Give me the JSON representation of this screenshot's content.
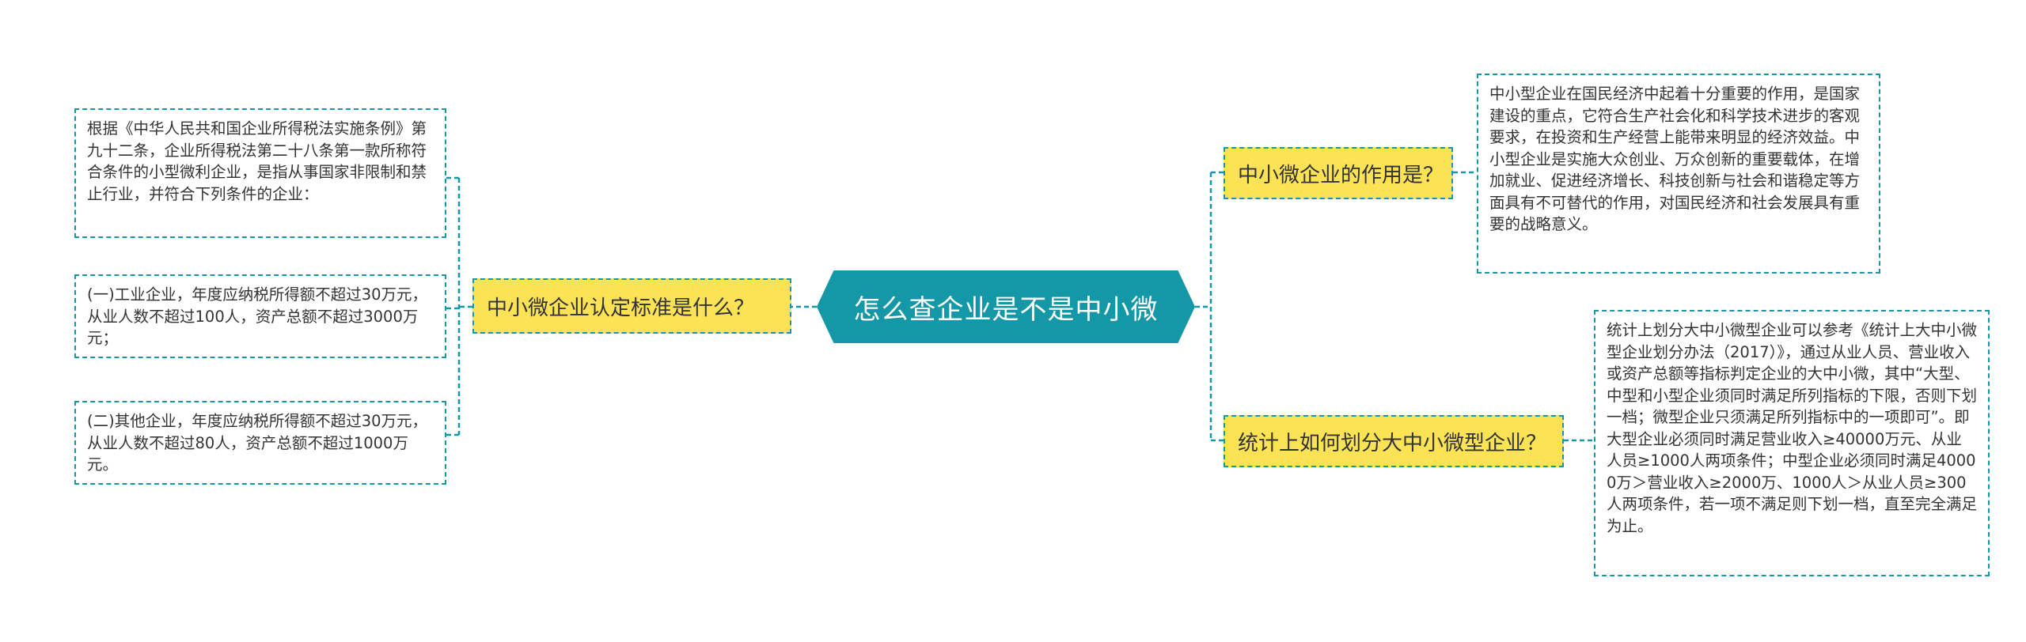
{
  "colors": {
    "center_fill": "#1497a6",
    "branch_fill": "#fce255",
    "line": "#1497a6",
    "leaf_fill": "#ffffff",
    "text": "#333333"
  },
  "center": {
    "label": "怎么查企业是不是中小微"
  },
  "left": {
    "branch": {
      "label": "中小微企业认定标准是什么？"
    },
    "leaves": [
      {
        "text": "根据《中华人民共和国企业所得税法实施条例》第九十二条，企业所得税法第二十八条第一款所称符合条件的小型微利企业，是指从事国家非限制和禁止行业，并符合下列条件的企业："
      },
      {
        "text": "(一)工业企业，年度应纳税所得额不超过30万元，从业人数不超过100人，资产总额不超过3000万元；"
      },
      {
        "text": "(二)其他企业，年度应纳税所得额不超过30万元，从业人数不超过80人，资产总额不超过1000万元。"
      }
    ]
  },
  "right": {
    "branches": [
      {
        "label": "中小微企业的作用是？",
        "leaf": "中小型企业在国民经济中起着十分重要的作用，是国家建设的重点，它符合生产社会化和科学技术进步的客观要求，在投资和生产经营上能带来明显的经济效益。中小型企业是实施大众创业、万众创新的重要载体，在增加就业、促进经济增长、科技创新与社会和谐稳定等方面具有不可替代的作用，对国民经济和社会发展具有重要的战略意义。"
      },
      {
        "label": "统计上如何划分大中小微型企业？",
        "leaf": "统计上划分大中小微型企业可以参考《统计上大中小微型企业划分办法（2017）》，通过从业人员、营业收入或资产总额等指标判定企业的大中小微，其中“大型、中型和小型企业须同时满足所列指标的下限，否则下划一档；微型企业只须满足所列指标中的一项即可”。即大型企业必须同时满足营业收入≥40000万元、从业人员≥1000人两项条件；中型企业必须同时满足40000万＞营业收入≥2000万、1000人＞从业人员≥300人两项条件，若一项不满足则下划一档，直至完全满足为止。"
      }
    ]
  }
}
